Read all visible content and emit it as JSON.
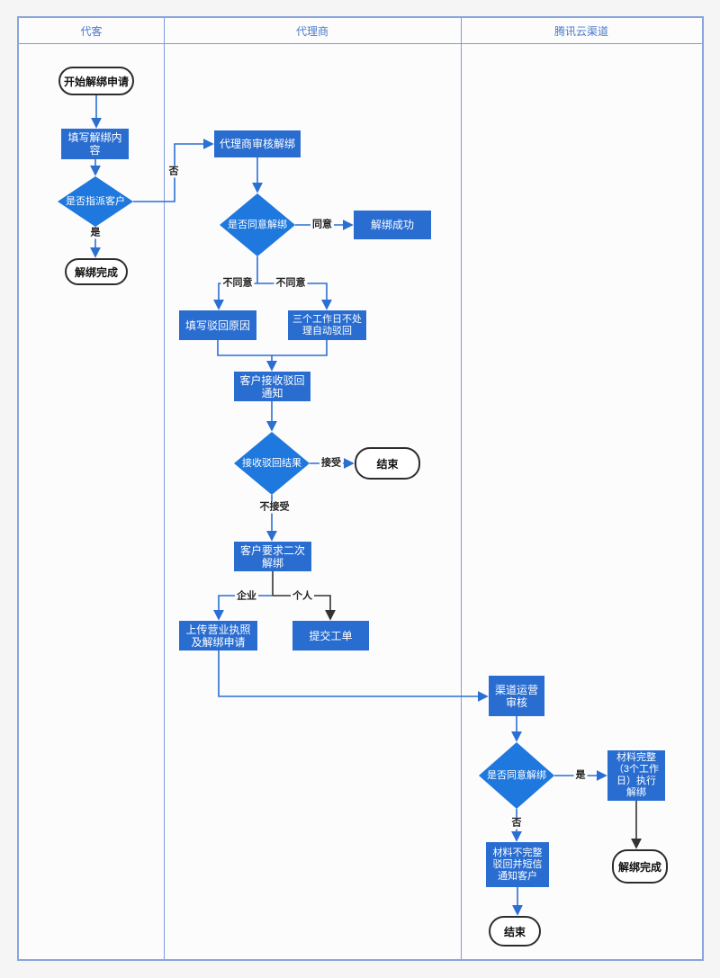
{
  "lanes": [
    {
      "label": "代客"
    },
    {
      "label": "代理商"
    },
    {
      "label": "腾讯云渠道"
    }
  ],
  "nodes": {
    "start": {
      "type": "terminal",
      "label": "开始解绑申请"
    },
    "fill_content": {
      "type": "process",
      "label": "填写解绑内\n容"
    },
    "assign_customer": {
      "type": "decision",
      "label": "是否指派客户"
    },
    "unbind_done_1": {
      "type": "terminal",
      "label": "解绑完成"
    },
    "agent_review": {
      "type": "process",
      "label": "代理商审核解绑"
    },
    "agree_unbind_1": {
      "type": "decision",
      "label": "是否同意解绑"
    },
    "unbind_success": {
      "type": "process",
      "label": "解绑成功"
    },
    "fill_reject_reason": {
      "type": "process",
      "label": "填写驳回原因"
    },
    "auto_reject": {
      "type": "process",
      "label": "三个工作日不处\n理自动驳回"
    },
    "customer_receive": {
      "type": "process",
      "label": "客户接收驳回\n通知"
    },
    "receive_result": {
      "type": "decision",
      "label": "接收驳回结果"
    },
    "end_1": {
      "type": "terminal",
      "label": "结束"
    },
    "second_unbind": {
      "type": "process",
      "label": "客户要求二次\n解绑"
    },
    "upload_license": {
      "type": "process",
      "label": "上传营业执照\n及解绑申请"
    },
    "submit_ticket": {
      "type": "process",
      "label": "提交工单"
    },
    "channel_review": {
      "type": "process",
      "label": "渠道运营\n审核"
    },
    "agree_unbind_2": {
      "type": "decision",
      "label": "是否同意解绑"
    },
    "material_complete": {
      "type": "process",
      "label": "材料完整\n（3个工作\n日）执行\n解绑"
    },
    "unbind_done_2": {
      "type": "terminal",
      "label": "解绑完成"
    },
    "material_incomplete": {
      "type": "process",
      "label": "材料不完整\n驳回并短信\n通知客户"
    },
    "end_2": {
      "type": "terminal",
      "label": "结束"
    }
  },
  "edge_labels": {
    "yes_1": "是",
    "no_1": "否",
    "agree": "同意",
    "disagree_left": "不同意",
    "disagree_right": "不同意",
    "accept": "接受",
    "not_accept": "不接受",
    "enterprise": "企业",
    "personal": "个人",
    "yes_2": "是",
    "no_2": "否"
  },
  "colors": {
    "process_fill": "#2a6dd0",
    "decision_fill": "#1f78dd",
    "connector_blue": "#2b6fd3",
    "connector_dark": "#333333",
    "lane_border": "#7e9edb",
    "header_text": "#4a7ac9",
    "page_background": "#f5f5f6",
    "terminal_border": "#2d2d2d"
  }
}
